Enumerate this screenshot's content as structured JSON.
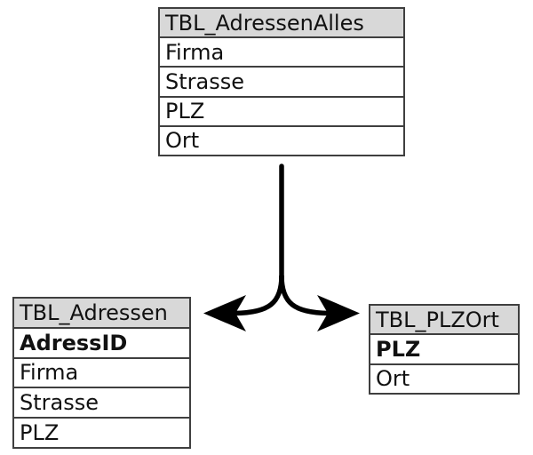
{
  "colors": {
    "header_bg": "#d8d8d8",
    "border": "#3f3f3f",
    "text": "#111111",
    "arrow": "#000000",
    "canvas_bg": "#ffffff"
  },
  "tables": {
    "source": {
      "title": "TBL_AdressenAlles",
      "fields": [
        {
          "name": "Firma"
        },
        {
          "name": "Strasse"
        },
        {
          "name": "PLZ"
        },
        {
          "name": "Ort"
        }
      ]
    },
    "left": {
      "title": "TBL_Adressen",
      "fields": [
        {
          "name": "AdressID",
          "bold": true
        },
        {
          "name": "Firma"
        },
        {
          "name": "Strasse"
        },
        {
          "name": "PLZ"
        }
      ]
    },
    "right": {
      "title": "TBL_PLZOrt",
      "fields": [
        {
          "name": "PLZ",
          "bold": true
        },
        {
          "name": "Ort"
        }
      ]
    }
  },
  "icons": {
    "arrow": "fork-split-arrow"
  }
}
